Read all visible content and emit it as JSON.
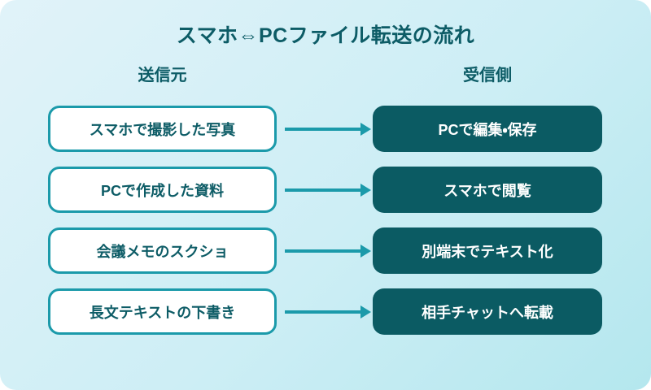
{
  "title": "スマホ⇔PCファイル転送の流れ",
  "columns": {
    "source_label": "送信元",
    "target_label": "受信側"
  },
  "rows": [
    {
      "source": "スマホで撮影した写真",
      "target": "PCで編集・保存"
    },
    {
      "source": "PCで作成した資料",
      "target": "スマホで閲覧"
    },
    {
      "source": "会議メモのスクショ",
      "target": "別端末でテキスト化"
    },
    {
      "source": "長文テキストの下書き",
      "target": "相手チャットへ転載"
    }
  ],
  "icons": {
    "row_connector": "arrow-right-icon"
  },
  "colors": {
    "background_gradient_start": "#e1f3f9",
    "background_gradient_end": "#b4e7ee",
    "accent_teal": "#1b9aaa",
    "dark_teal": "#0b5b63",
    "text_teal": "#0d5c66",
    "target_text": "#ffffff"
  }
}
